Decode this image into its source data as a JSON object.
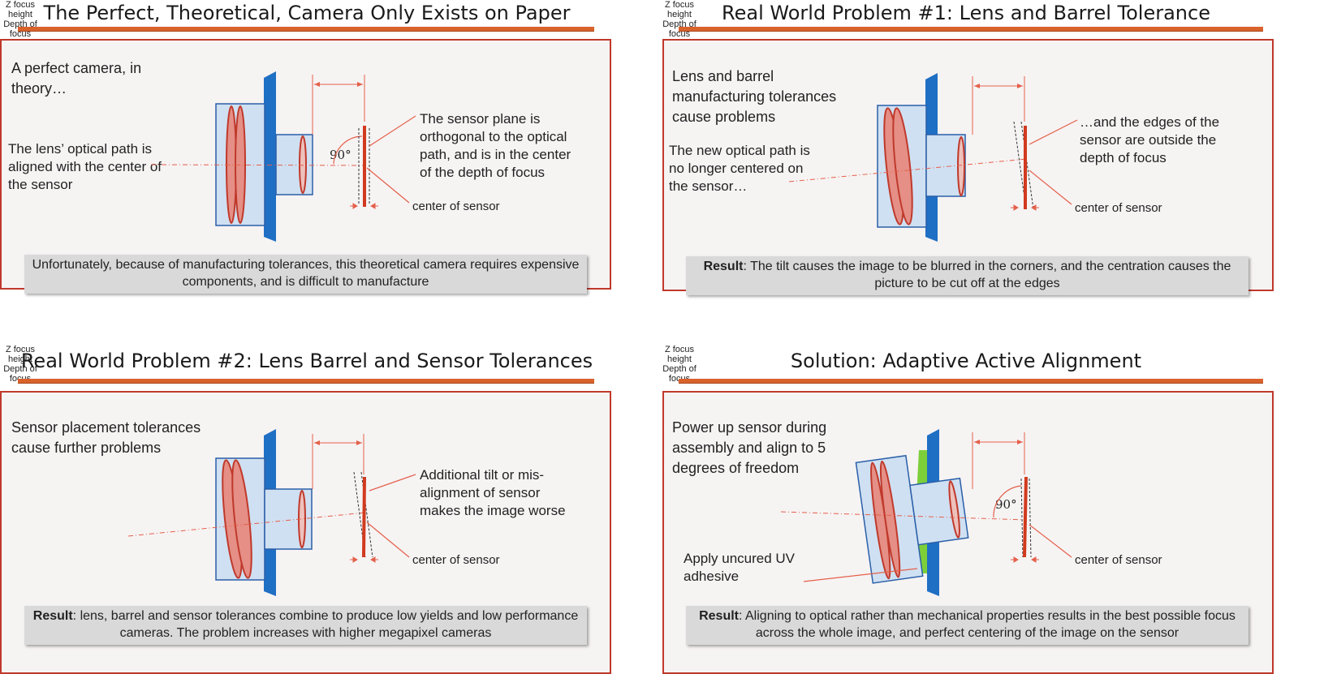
{
  "panels": [
    {
      "title": "The Perfect, Theoretical, Camera Only Exists on Paper",
      "intro": "A perfect camera, in theory…",
      "path_label": "The lens’ optical path is aligned with the center of the sensor",
      "callout": "The sensor plane is orthogonal to the optical path, and is in the center of the depth of focus",
      "z_focus": "Z focus height",
      "depth": "Depth of focus",
      "center": "center of sensor",
      "angle": "90°",
      "result_bold": "",
      "result_text": "Unfortunately, because of manufacturing tolerances, this theoretical camera requires expensive components, and is difficult to manufacture"
    },
    {
      "title": "Real World Problem #1: Lens and Barrel Tolerance",
      "intro": "Lens and barrel manufacturing tolerances cause problems",
      "path_label": "The new optical path is no longer centered on the sensor…",
      "callout": "…and the edges of the sensor are outside the depth of focus",
      "z_focus": "Z focus height",
      "depth": "Depth of focus",
      "center": "center of sensor",
      "result_bold": "Result",
      "result_text": ": The tilt causes the image to be blurred in the corners, and the centration causes the picture to be cut off at the edges"
    },
    {
      "title": "Real World Problem #2: Lens Barrel and Sensor Tolerances",
      "intro": "Sensor placement tolerances cause further problems",
      "callout": "Additional tilt or mis-alignment of sensor makes the image worse",
      "z_focus": "Z focus height",
      "depth": "Depth of focus",
      "center": "center of sensor",
      "result_bold": "Result",
      "result_text": ": lens, barrel and sensor tolerances combine to produce low yields and low performance cameras.  The problem increases with higher megapixel cameras"
    },
    {
      "title": "Solution: Adaptive Active Alignment",
      "intro": "Power up sensor during assembly and align to 5 degrees of freedom",
      "adhesive": "Apply uncured UV adhesive",
      "z_focus": "Z focus height",
      "depth": "Depth of focus",
      "center": "center of sensor",
      "angle": "90°",
      "result_bold": "Result",
      "result_text": ": Aligning to optical rather than mechanical properties results in the best possible focus across the whole image, and perfect centering of the image on the sensor"
    }
  ],
  "colors": {
    "accent": "#d9622b",
    "frame": "#c0392b",
    "mount_blue": "#1f6fc4",
    "lens_red": "#c0392b",
    "adhesive_green": "#7dcf3a",
    "result_bg": "#d9d9d9"
  }
}
